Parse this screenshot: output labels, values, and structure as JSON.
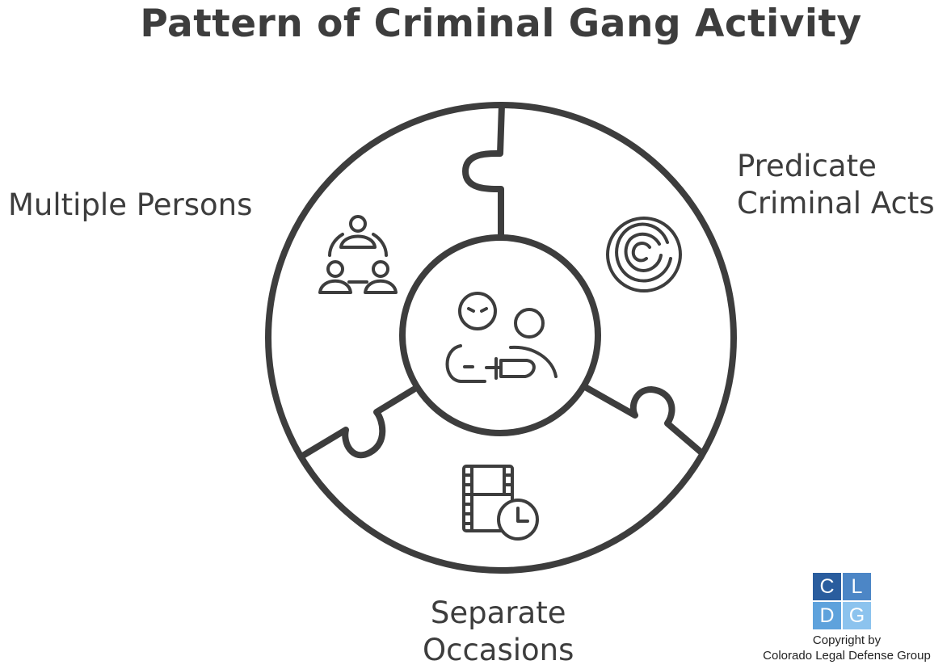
{
  "title": "Pattern of Criminal Gang Activity",
  "labels": {
    "multiple_persons": "Multiple Persons",
    "predicate_line1": "Predicate",
    "predicate_line2": "Criminal Acts",
    "separate_line1": "Separate",
    "separate_line2": "Occasions"
  },
  "logo": {
    "letters": [
      "C",
      "L",
      "D",
      "G"
    ]
  },
  "copyright": {
    "line1": "Copyright by",
    "line2": "Colorado Legal Defense Group"
  },
  "icons": {
    "segment_top_left": "group-network-icon",
    "segment_top_right": "spiral-icon",
    "segment_bottom": "film-clock-icon",
    "center": "gang-members-knife-icon"
  },
  "colors": {
    "stroke": "#3d3d3d",
    "background": "#ffffff",
    "logo_dark": "#2a5d9e",
    "logo_light": "#8cc3ee"
  }
}
